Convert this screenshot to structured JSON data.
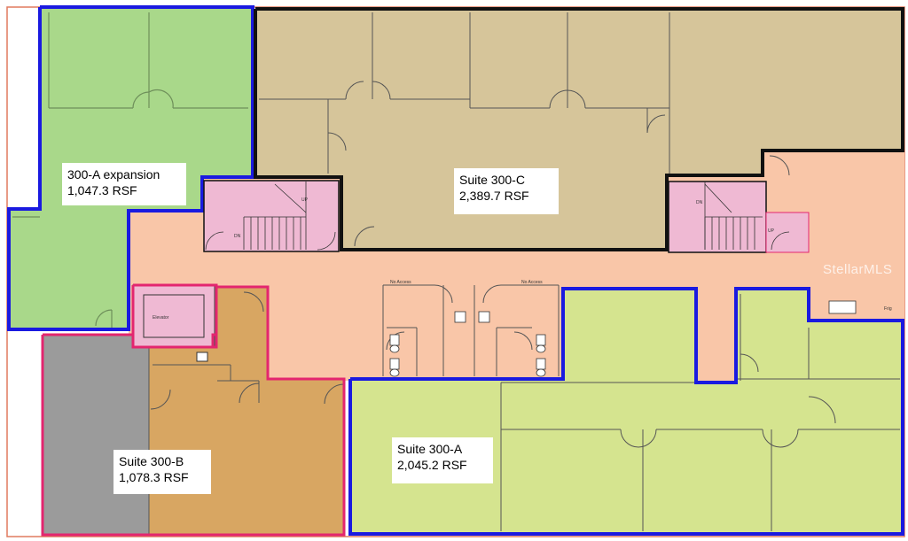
{
  "suites": [
    {
      "id": "300-A expansion",
      "name": "300-A expansion",
      "area": "1,047.3 RSF"
    },
    {
      "id": "300-C",
      "name": "Suite 300-C",
      "area": "2,389.7 RSF"
    },
    {
      "id": "300-B",
      "name": "Suite 300-B",
      "area": "1,078.3 RSF"
    },
    {
      "id": "300-A",
      "name": "Suite 300-A",
      "area": "2,045.2 RSF"
    }
  ],
  "small_labels": {
    "elevator": "Elevator",
    "no_access_left": "No Access",
    "no_access_right": "No Access",
    "stair_left_dn": "DN",
    "stair_left_up": "UP",
    "stair_right_dn": "DN",
    "stair_right_up": "UP",
    "refrigerator": "Frig"
  },
  "watermark": "StellarMLS",
  "colors": {
    "corridor": "#f9c6a8",
    "expansion": "#a9d88a",
    "suite_300c": "#d6c59a",
    "suite_300b": "#d8a662",
    "suite_300b_gray": "#9b9b9b",
    "suite_300a": "#d5e48f",
    "stairs": "#efb9d3",
    "outline_blue": "#1a1ae0",
    "outline_black": "#111111",
    "outline_pink": "#e3266f"
  }
}
